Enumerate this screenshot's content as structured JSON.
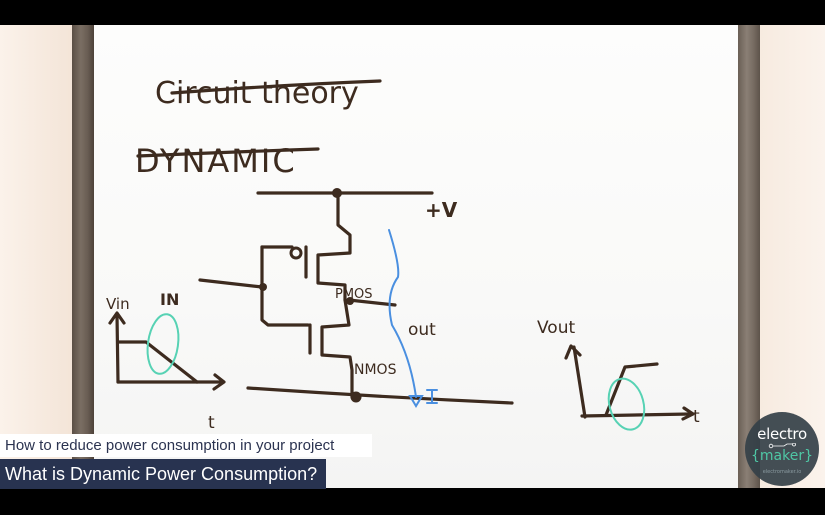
{
  "video": {
    "subtitle": "How to reduce power consumption in your project",
    "title": "What is Dynamic Power Consumption?"
  },
  "logo": {
    "line1": "electro",
    "line2": "{maker}",
    "line3": "electromaker.io",
    "bg_color": "#344048",
    "accent_color": "#4fc7a5"
  },
  "whiteboard": {
    "heading": "Circuit theory",
    "subheading": "DYNAMIC",
    "circuit": {
      "supply_label": "+V",
      "input_label": "IN",
      "output_label": "out",
      "pmos_label": "PMOS",
      "nmos_label": "NMOS",
      "current_label": "I"
    },
    "graph_in": {
      "ylabel": "Vin",
      "xlabel": "t"
    },
    "graph_out": {
      "ylabel": "Vout",
      "xlabel": "t"
    },
    "colors": {
      "marker": "#3d2b1f",
      "current": "#4a8fe0",
      "highlight": "#57d2b4"
    }
  }
}
